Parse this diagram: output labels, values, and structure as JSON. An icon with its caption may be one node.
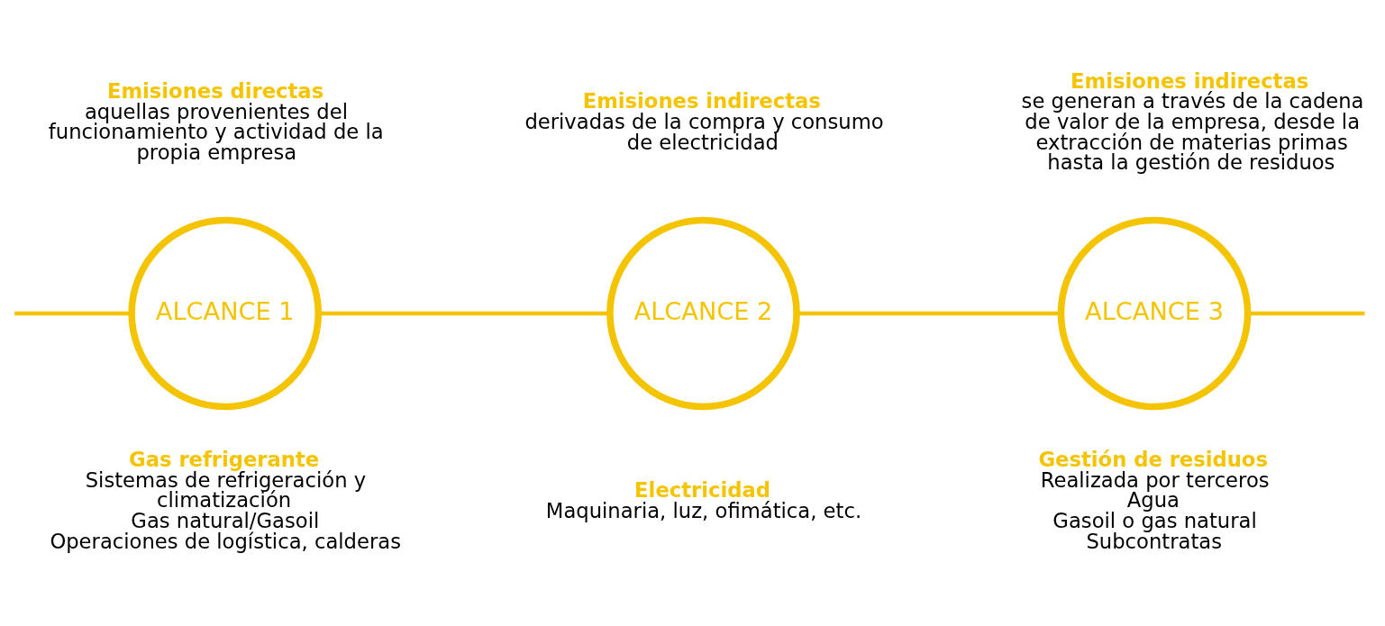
{
  "diagram": {
    "nodes": [
      {
        "text": [
          "ALCANCE 1"
        ],
        "beside": [
          "Emisiones directas",
          "aquellas provenientes del funcionamiento y actividad de la propia empresa",
          "Gas refrigerante",
          "Sistemas de refrigeración y climatización",
          "Gas natural/Gasoil",
          "Operaciones de logística, calderas"
        ]
      },
      {
        "text": [
          "ALCANCE 2"
        ],
        "beside": [
          "Emisiones indirectas",
          "derivadas de la compra y consumo de electricidad",
          "Electricidad",
          "Maquinaria, luz, ofimática, etc."
        ]
      },
      {
        "text": [
          "ALCANCE 3"
        ],
        "beside": [
          "Emisiones indirectas",
          "se generan a través de la cadena de valor de la empresa, desde la extracción de materias primas hasta la gestión de residuos",
          "Gestión de residuos",
          "Realizada por terceros",
          "Agua",
          "Gasoil o gas natural",
          "Subcontratas"
        ]
      }
    ],
    "edges": [
      {
        "from": null,
        "to": 0,
        "arrow": "none"
      },
      {
        "from": 0,
        "to": 1,
        "arrow": "none"
      },
      {
        "from": 1,
        "to": 2,
        "arrow": "none"
      },
      {
        "from": 2,
        "to": null,
        "arrow": "none"
      }
    ]
  }
}
